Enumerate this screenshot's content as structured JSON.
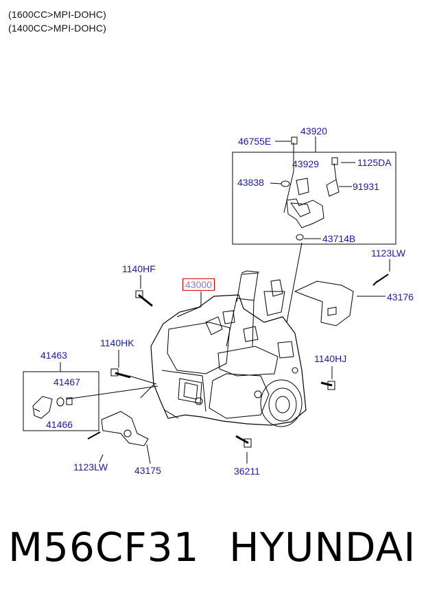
{
  "header": {
    "line1": "(1600CC>MPI-DOHC)",
    "line2": "(1400CC>MPI-DOHC)"
  },
  "parts": {
    "p46755E": "46755E",
    "p43920": "43920",
    "p43929": "43929",
    "p1125DA": "1125DA",
    "p43838": "43838",
    "p91931": "91931",
    "p43714B": "43714B",
    "p1123LW_top": "1123LW",
    "p1140HF": "1140HF",
    "p43000": "43000",
    "p43176": "43176",
    "p1140HK": "1140HK",
    "p41463": "41463",
    "p41467": "41467",
    "p41466": "41466",
    "p1140HJ": "1140HJ",
    "p1123LW_bottom": "1123LW",
    "p43175": "43175",
    "p36211": "36211"
  },
  "footer": {
    "model": "M56CF31",
    "brand": "HYUNDAI"
  },
  "colors": {
    "label": "#1a1aa8",
    "highlight_border": "#d40000"
  }
}
